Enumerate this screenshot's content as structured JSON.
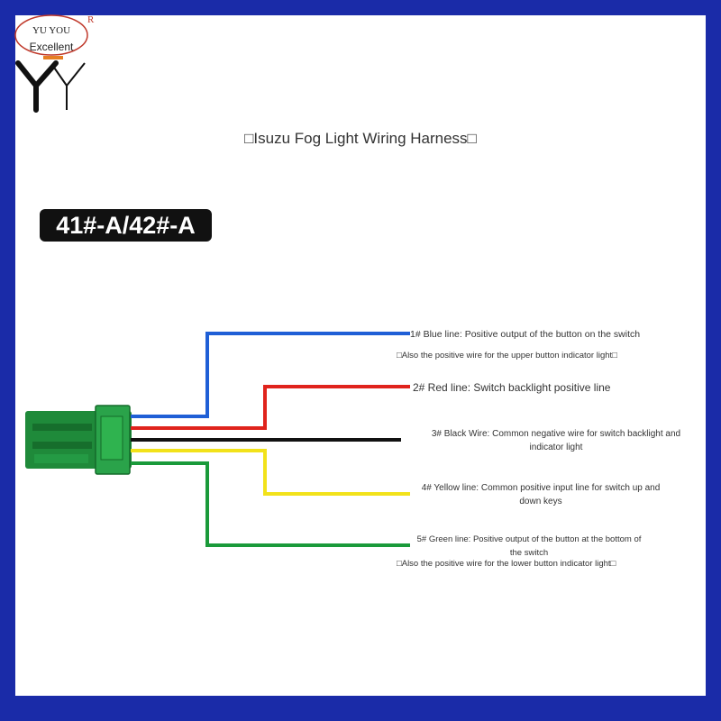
{
  "brand": {
    "logo_text": "YU YOU",
    "logo_subtext": "Excellent",
    "registered_mark": "R"
  },
  "title": "□Isuzu Fog Light Wiring Harness□",
  "model_badge": "41#-A/42#-A",
  "wires": [
    {
      "color": "#1f5fd6",
      "label": "1# Blue line: Positive output of the button on the switch",
      "note": "□Also the positive wire for the upper button indicator light□"
    },
    {
      "color": "#e0231c",
      "label": "2# Red line: Switch backlight positive line"
    },
    {
      "color": "#111111",
      "label": "3# Black Wire: Common negative wire for switch backlight and indicator light"
    },
    {
      "color": "#f2e21a",
      "label": "4# Yellow line: Common positive input line for switch up and down keys"
    },
    {
      "color": "#1a9a3a",
      "label": "5# Green line: Positive output of the button at the bottom of the switch",
      "note": "□Also the positive wire for the lower button indicator light□"
    }
  ],
  "connector_color": "#1f8a3a"
}
